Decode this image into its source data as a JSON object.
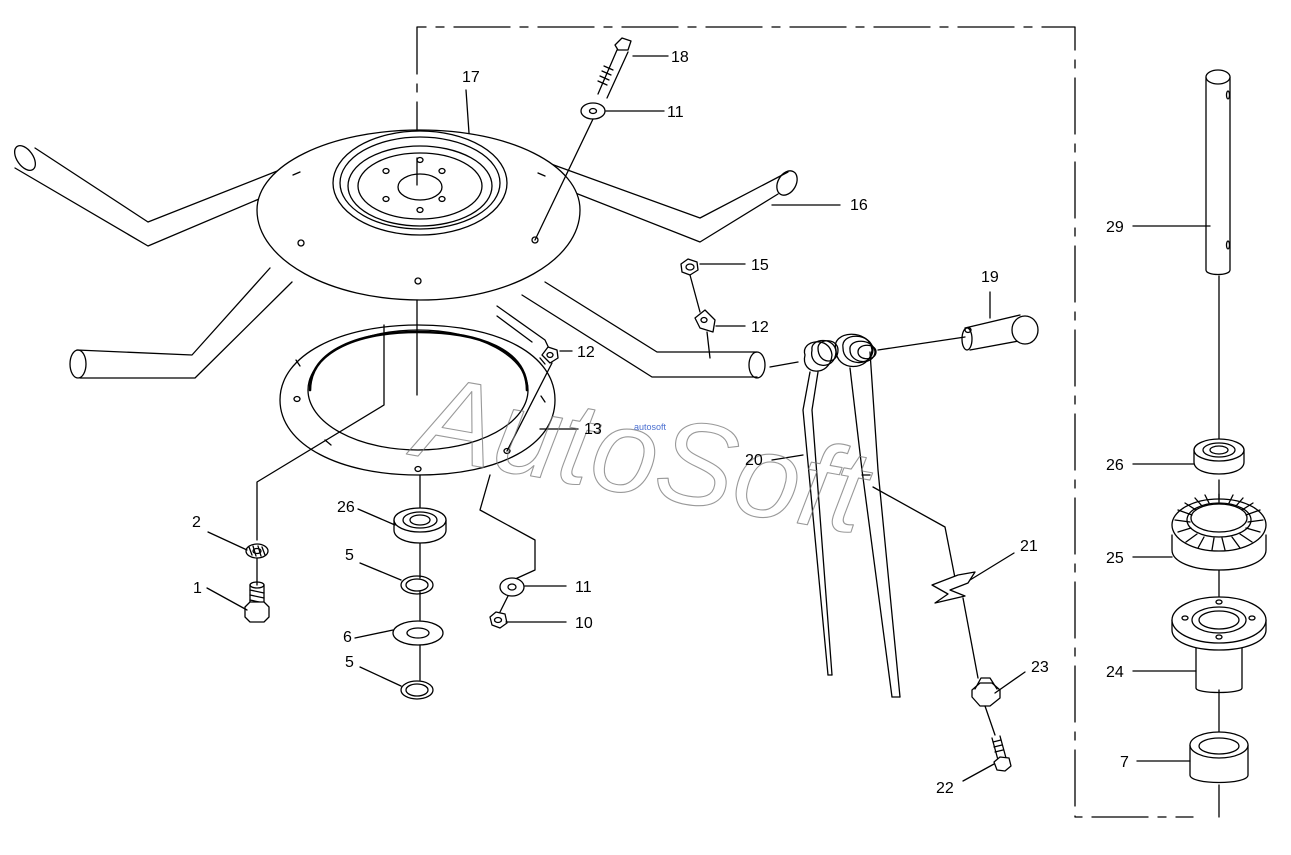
{
  "watermark": {
    "brand": "AutoSoft",
    "small_mark": "autosoft"
  },
  "callouts": [
    {
      "id": "c18a",
      "label": "18"
    },
    {
      "id": "c17",
      "label": "17"
    },
    {
      "id": "c11a",
      "label": "11"
    },
    {
      "id": "c16",
      "label": "16"
    },
    {
      "id": "c15",
      "label": "15"
    },
    {
      "id": "c12a",
      "label": "12"
    },
    {
      "id": "c19",
      "label": "19"
    },
    {
      "id": "c12b",
      "label": "12"
    },
    {
      "id": "c13",
      "label": "13"
    },
    {
      "id": "c20",
      "label": "20"
    },
    {
      "id": "c29",
      "label": "29"
    },
    {
      "id": "c26a",
      "label": "26"
    },
    {
      "id": "c25",
      "label": "25"
    },
    {
      "id": "c24",
      "label": "24"
    },
    {
      "id": "c7",
      "label": "7"
    },
    {
      "id": "c2",
      "label": "2"
    },
    {
      "id": "c1",
      "label": "1"
    },
    {
      "id": "c26b",
      "label": "26"
    },
    {
      "id": "c5a",
      "label": "5"
    },
    {
      "id": "c6",
      "label": "6"
    },
    {
      "id": "c5b",
      "label": "5"
    },
    {
      "id": "c11b",
      "label": "11"
    },
    {
      "id": "c10",
      "label": "10"
    },
    {
      "id": "c21",
      "label": "21"
    },
    {
      "id": "c23",
      "label": "23"
    },
    {
      "id": "c22",
      "label": "22"
    }
  ],
  "colors": {
    "line": "#000000",
    "background": "#ffffff"
  }
}
